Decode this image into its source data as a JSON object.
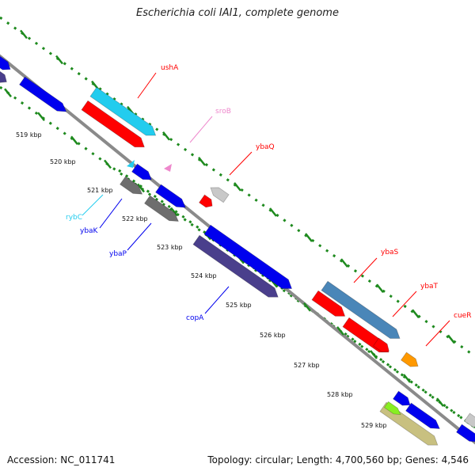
{
  "title": "Escherichia coli IAI1, complete genome",
  "footer": {
    "accession": "Accession: NC_011741",
    "topology": "Topology: circular; Length: 4,700,560 bp; Genes: 4,546"
  },
  "colors": {
    "backbone": "#8a8a8a",
    "tick": "#1e8a1e",
    "red": "#ff0000",
    "blue": "#0000ee",
    "cyan": "#22ccee",
    "pink": "#ee88cc",
    "steel": "#4a86b8",
    "slate": "#4a3f8c",
    "gray": "#6e6e6e",
    "lightgray": "#c8c8c8",
    "orange": "#ff9900",
    "khaki": "#c8c080",
    "lime": "#88ee22"
  },
  "kbp_ticks": [
    {
      "label": "519 kbp"
    },
    {
      "label": "520 kbp"
    },
    {
      "label": "521 kbp"
    },
    {
      "label": "522 kbp"
    },
    {
      "label": "523 kbp"
    },
    {
      "label": "524 kbp"
    },
    {
      "label": "525 kbp"
    },
    {
      "label": "526 kbp"
    },
    {
      "label": "527 kbp"
    },
    {
      "label": "528 kbp"
    },
    {
      "label": "529 kbp"
    }
  ],
  "gene_labels": [
    {
      "name": "ushA",
      "color": "red"
    },
    {
      "name": "sroB",
      "color": "pink"
    },
    {
      "name": "ybaQ",
      "color": "red"
    },
    {
      "name": "rybC",
      "color": "cyan"
    },
    {
      "name": "ybaK",
      "color": "blue"
    },
    {
      "name": "ybaP",
      "color": "blue"
    },
    {
      "name": "copA",
      "color": "blue"
    },
    {
      "name": "ybaS",
      "color": "red"
    },
    {
      "name": "ybaT",
      "color": "red"
    },
    {
      "name": "cueR",
      "color": "red"
    }
  ]
}
